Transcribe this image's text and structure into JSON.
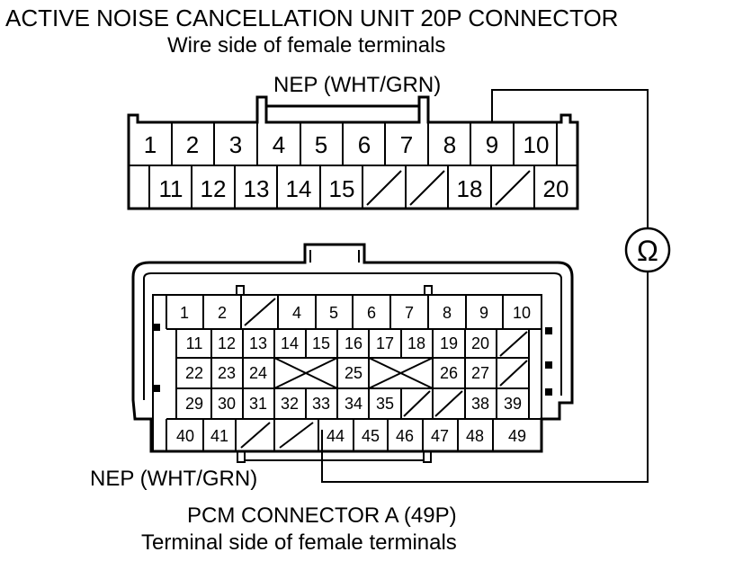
{
  "header": {
    "title": "ACTIVE NOISE CANCELLATION UNIT 20P CONNECTOR",
    "subtitle": "Wire side of female terminals"
  },
  "top_connector": {
    "callout": "NEP (WHT/GRN)",
    "row1": [
      "1",
      "2",
      "3",
      "4",
      "5",
      "6",
      "7",
      "8",
      "9",
      "10"
    ],
    "row2": [
      "",
      "11",
      "12",
      "13",
      "14",
      "15",
      "",
      "",
      "18",
      "",
      "20"
    ]
  },
  "meter": {
    "symbol": "Ω"
  },
  "bottom_connector": {
    "callout": "NEP (WHT/GRN)",
    "title": "PCM CONNECTOR A (49P)",
    "subtitle": "Terminal side of female terminals",
    "row1": [
      "1",
      "2",
      "",
      "4",
      "5",
      "6",
      "7",
      "8",
      "9",
      "10"
    ],
    "row2": [
      "11",
      "12",
      "13",
      "14",
      "15",
      "16",
      "17",
      "18",
      "19",
      "20",
      ""
    ],
    "row3": [
      "22",
      "23",
      "24",
      "",
      "25",
      "",
      "26",
      "27",
      ""
    ],
    "row4": [
      "29",
      "30",
      "31",
      "32",
      "33",
      "34",
      "35",
      "",
      "",
      "38",
      "39"
    ],
    "row5": [
      "40",
      "41",
      "",
      "",
      "44",
      "45",
      "46",
      "47",
      "48",
      "49"
    ]
  }
}
